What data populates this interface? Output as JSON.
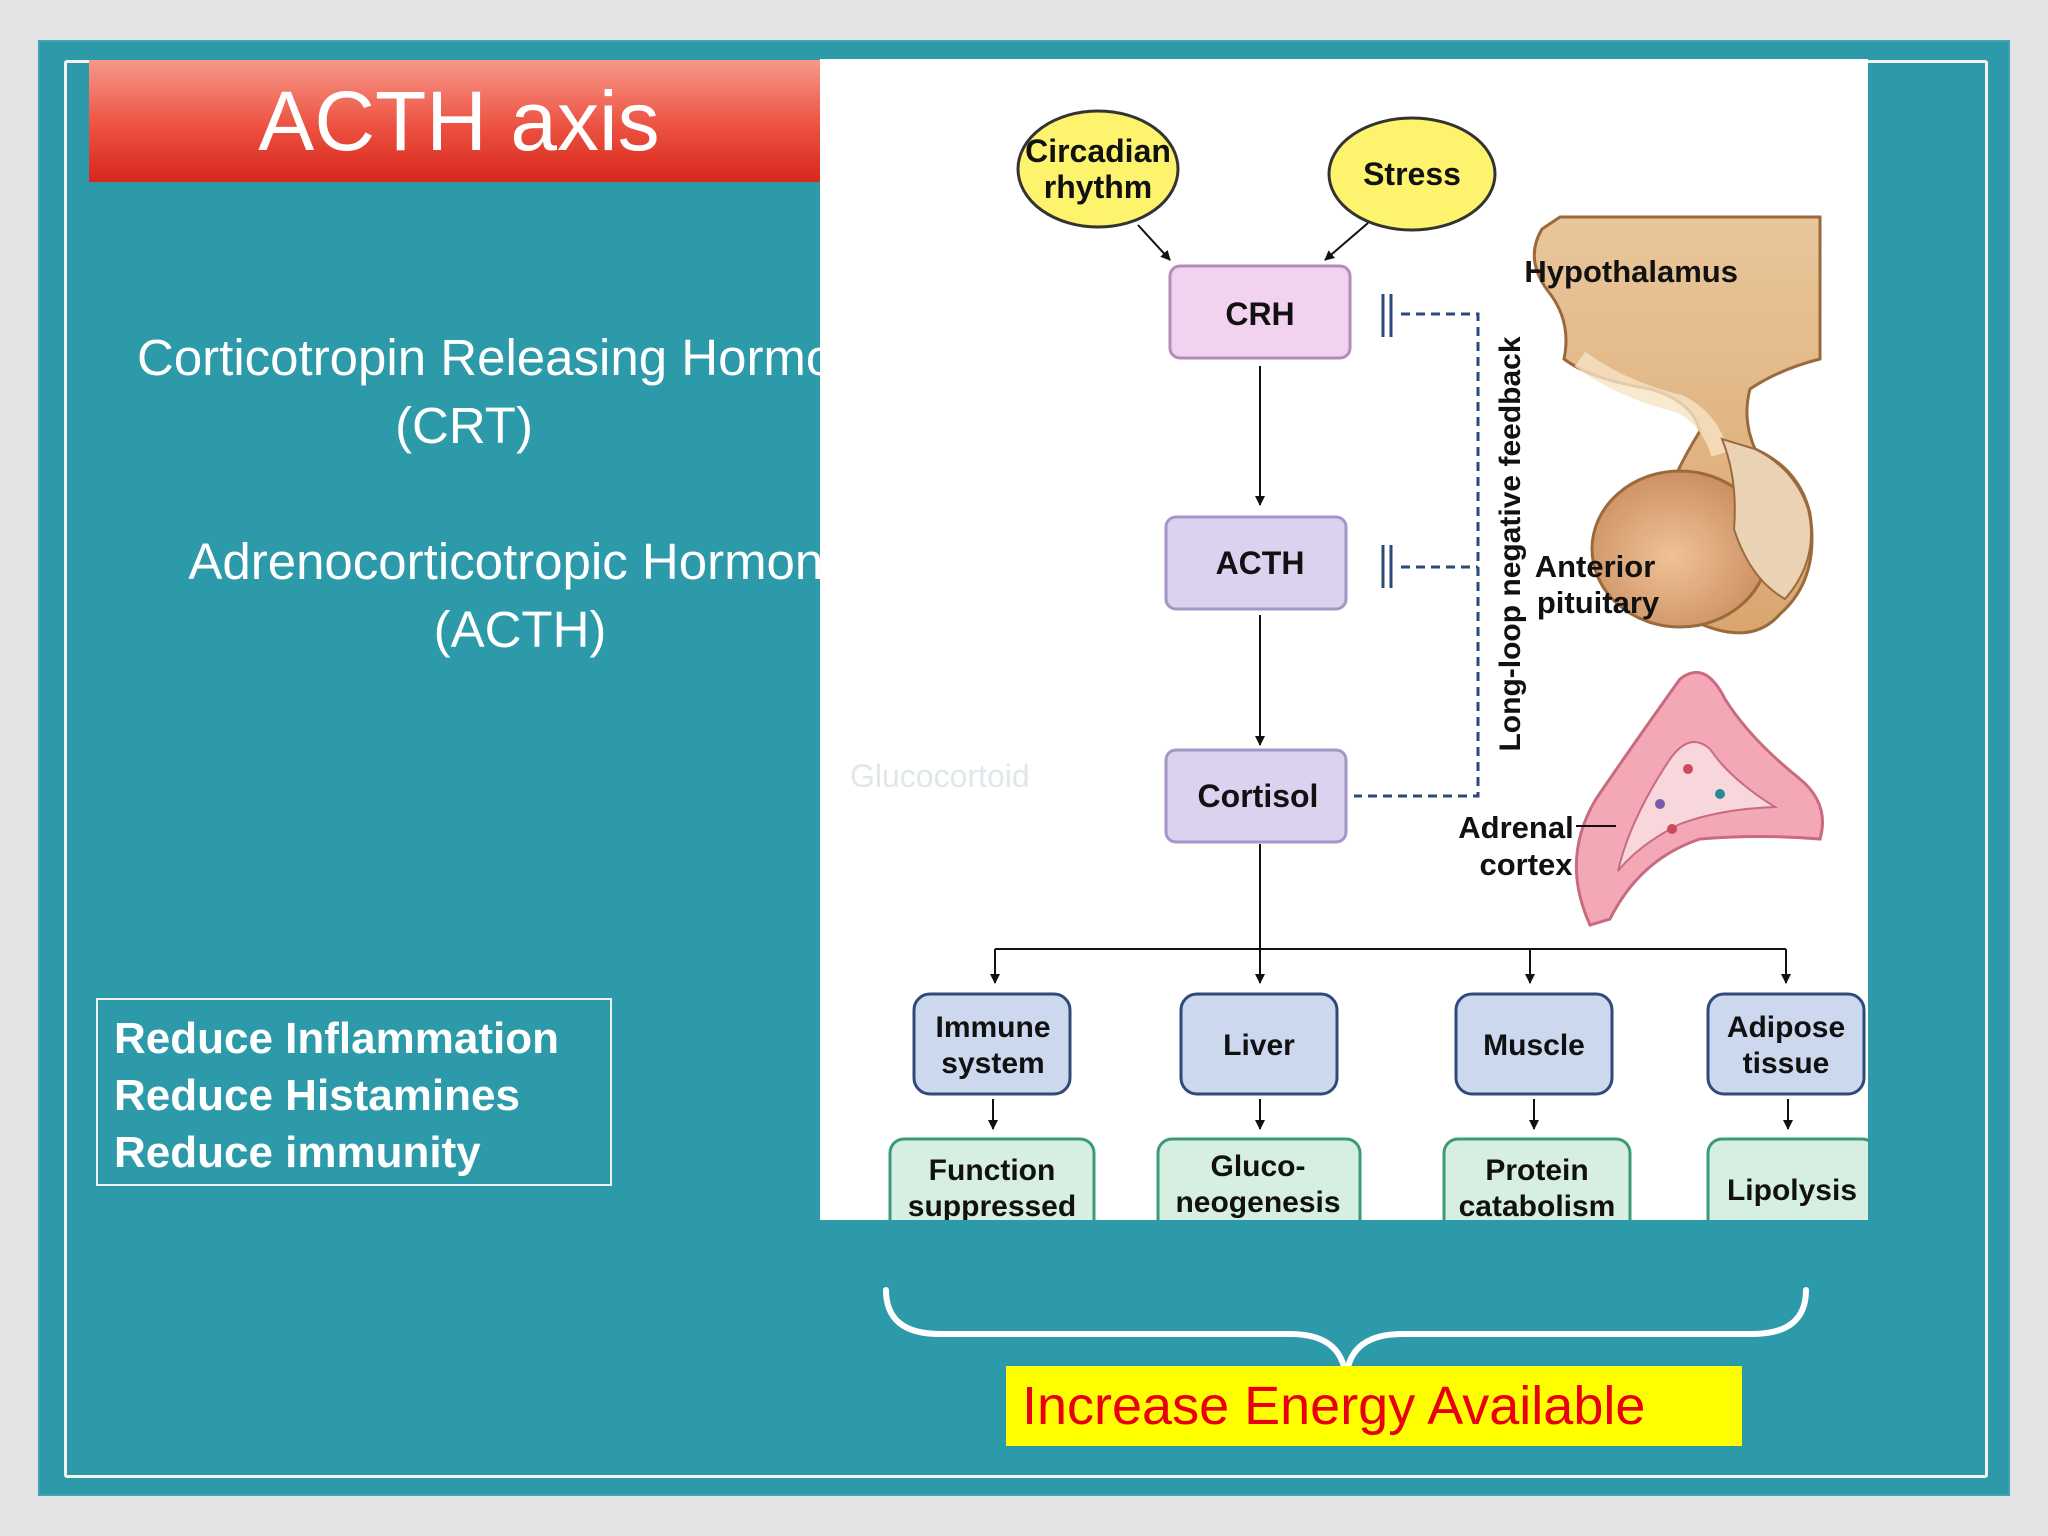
{
  "slide": {
    "title": "ACTH axis",
    "crh_line1": "Corticotropin Releasing Hormone",
    "crh_line2": "(CRT)",
    "acth_line1": "Adrenocorticotropic Hormone",
    "acth_line2": "(ACTH)",
    "effects": [
      "Reduce Inflammation",
      "Reduce Histamines",
      "Reduce immunity"
    ],
    "energy_label": "Increase Energy Available",
    "glucocorticoid_label": "Glucocortoid"
  },
  "figure": {
    "circadian": [
      "Circadian",
      "rhythm"
    ],
    "stress": "Stress",
    "crh": "CRH",
    "acth": "ACTH",
    "cortisol": "Cortisol",
    "feedback_label": "Long-loop negative feedback",
    "hypothalamus": "Hypothalamus",
    "anterior_pituitary": [
      "Anterior",
      "pituitary"
    ],
    "adrenal_cortex": [
      "Adrenal",
      "cortex"
    ],
    "targets": [
      {
        "name": [
          "Immune",
          "system"
        ],
        "effect": [
          "Function",
          "suppressed"
        ]
      },
      {
        "name": [
          "Liver"
        ],
        "effect": [
          "Gluco-",
          "neogenesis"
        ]
      },
      {
        "name": [
          "Muscle"
        ],
        "effect": [
          "Protein",
          "catabolism"
        ]
      },
      {
        "name": [
          "Adipose",
          "tissue"
        ],
        "effect": [
          "Lipolysis"
        ]
      }
    ]
  },
  "colors": {
    "background": "#2d9aaa",
    "title_red": "#e2392b",
    "ellipse_yellow": "#fdf36c",
    "crh_pink": "#f2d3ef",
    "hormone_purple": "#dcd1ef",
    "target_blue": "#ccd8ee",
    "effect_green": "#d6efe0",
    "energy_yellow": "#ffff00",
    "energy_text": "#e8000e"
  }
}
